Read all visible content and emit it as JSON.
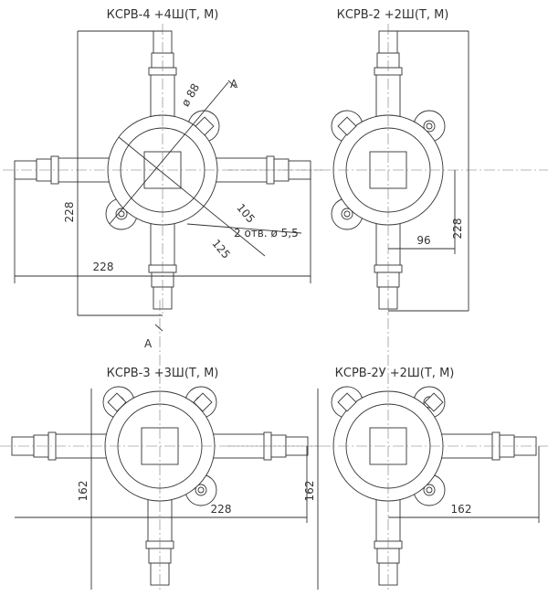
{
  "views": [
    {
      "title": "КСРВ-4 +4Ш(Т, М)",
      "glands": [
        "top",
        "bottom",
        "left",
        "right"
      ],
      "ears": [
        "tr",
        "bl"
      ],
      "dims": {
        "vertical": "228",
        "horizontal": "228",
        "diameter": "ø 88",
        "d105": "105",
        "d125": "125",
        "holes": "2 отв. ø 5,5",
        "section_top": "А",
        "section_bottom": "А"
      }
    },
    {
      "title": "КСРВ-2 +2Ш(Т, М)",
      "glands": [
        "top",
        "bottom"
      ],
      "ears": [
        "tl",
        "tr",
        "bl"
      ],
      "dims": {
        "vertical": "228",
        "horizontal": "96"
      }
    },
    {
      "title": "КСРВ-3 +3Ш(Т, М)",
      "glands": [
        "bottom",
        "left",
        "right"
      ],
      "ears": [
        "tl",
        "tr",
        "br"
      ],
      "dims": {
        "vertical": "162",
        "horizontal": "228"
      }
    },
    {
      "title": "КСРВ-2У +2Ш(Т, М)",
      "glands": [
        "bottom",
        "right"
      ],
      "ears": [
        "tl",
        "tr",
        "br"
      ],
      "dims": {
        "vertical": "162",
        "horizontal": "162"
      }
    }
  ],
  "colors": {
    "line": "#333333",
    "center": "#777777"
  }
}
